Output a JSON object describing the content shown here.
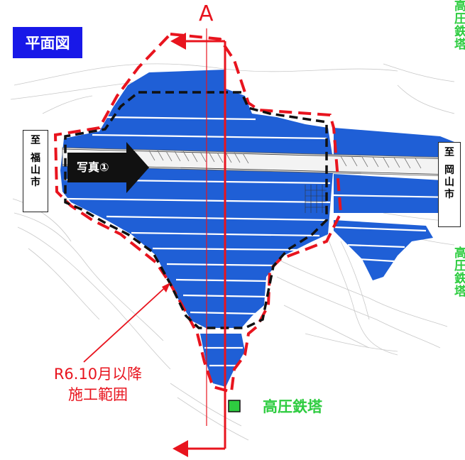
{
  "title": "平面図",
  "section_marker": "A",
  "destinations": {
    "left": {
      "to": "至",
      "place": [
        "福",
        "山",
        "市"
      ]
    },
    "right": {
      "to": "至",
      "place": [
        "岡",
        "山",
        "市"
      ]
    }
  },
  "photo_label": "写真①",
  "annotation": {
    "line1": "R6.10月以降",
    "line2": "施工範囲"
  },
  "tower_label": "高圧鉄塔",
  "edge_labels": {
    "top_right": [
      "高",
      "圧",
      "鉄",
      "塔"
    ],
    "mid_right": [
      "高",
      "圧",
      "鉄",
      "塔"
    ]
  },
  "colors": {
    "fill_blue": "#1f5fd6",
    "red": "#e8141e",
    "black_dash": "#111111",
    "green": "#2ecc40",
    "title_bg": "#1818e8"
  }
}
